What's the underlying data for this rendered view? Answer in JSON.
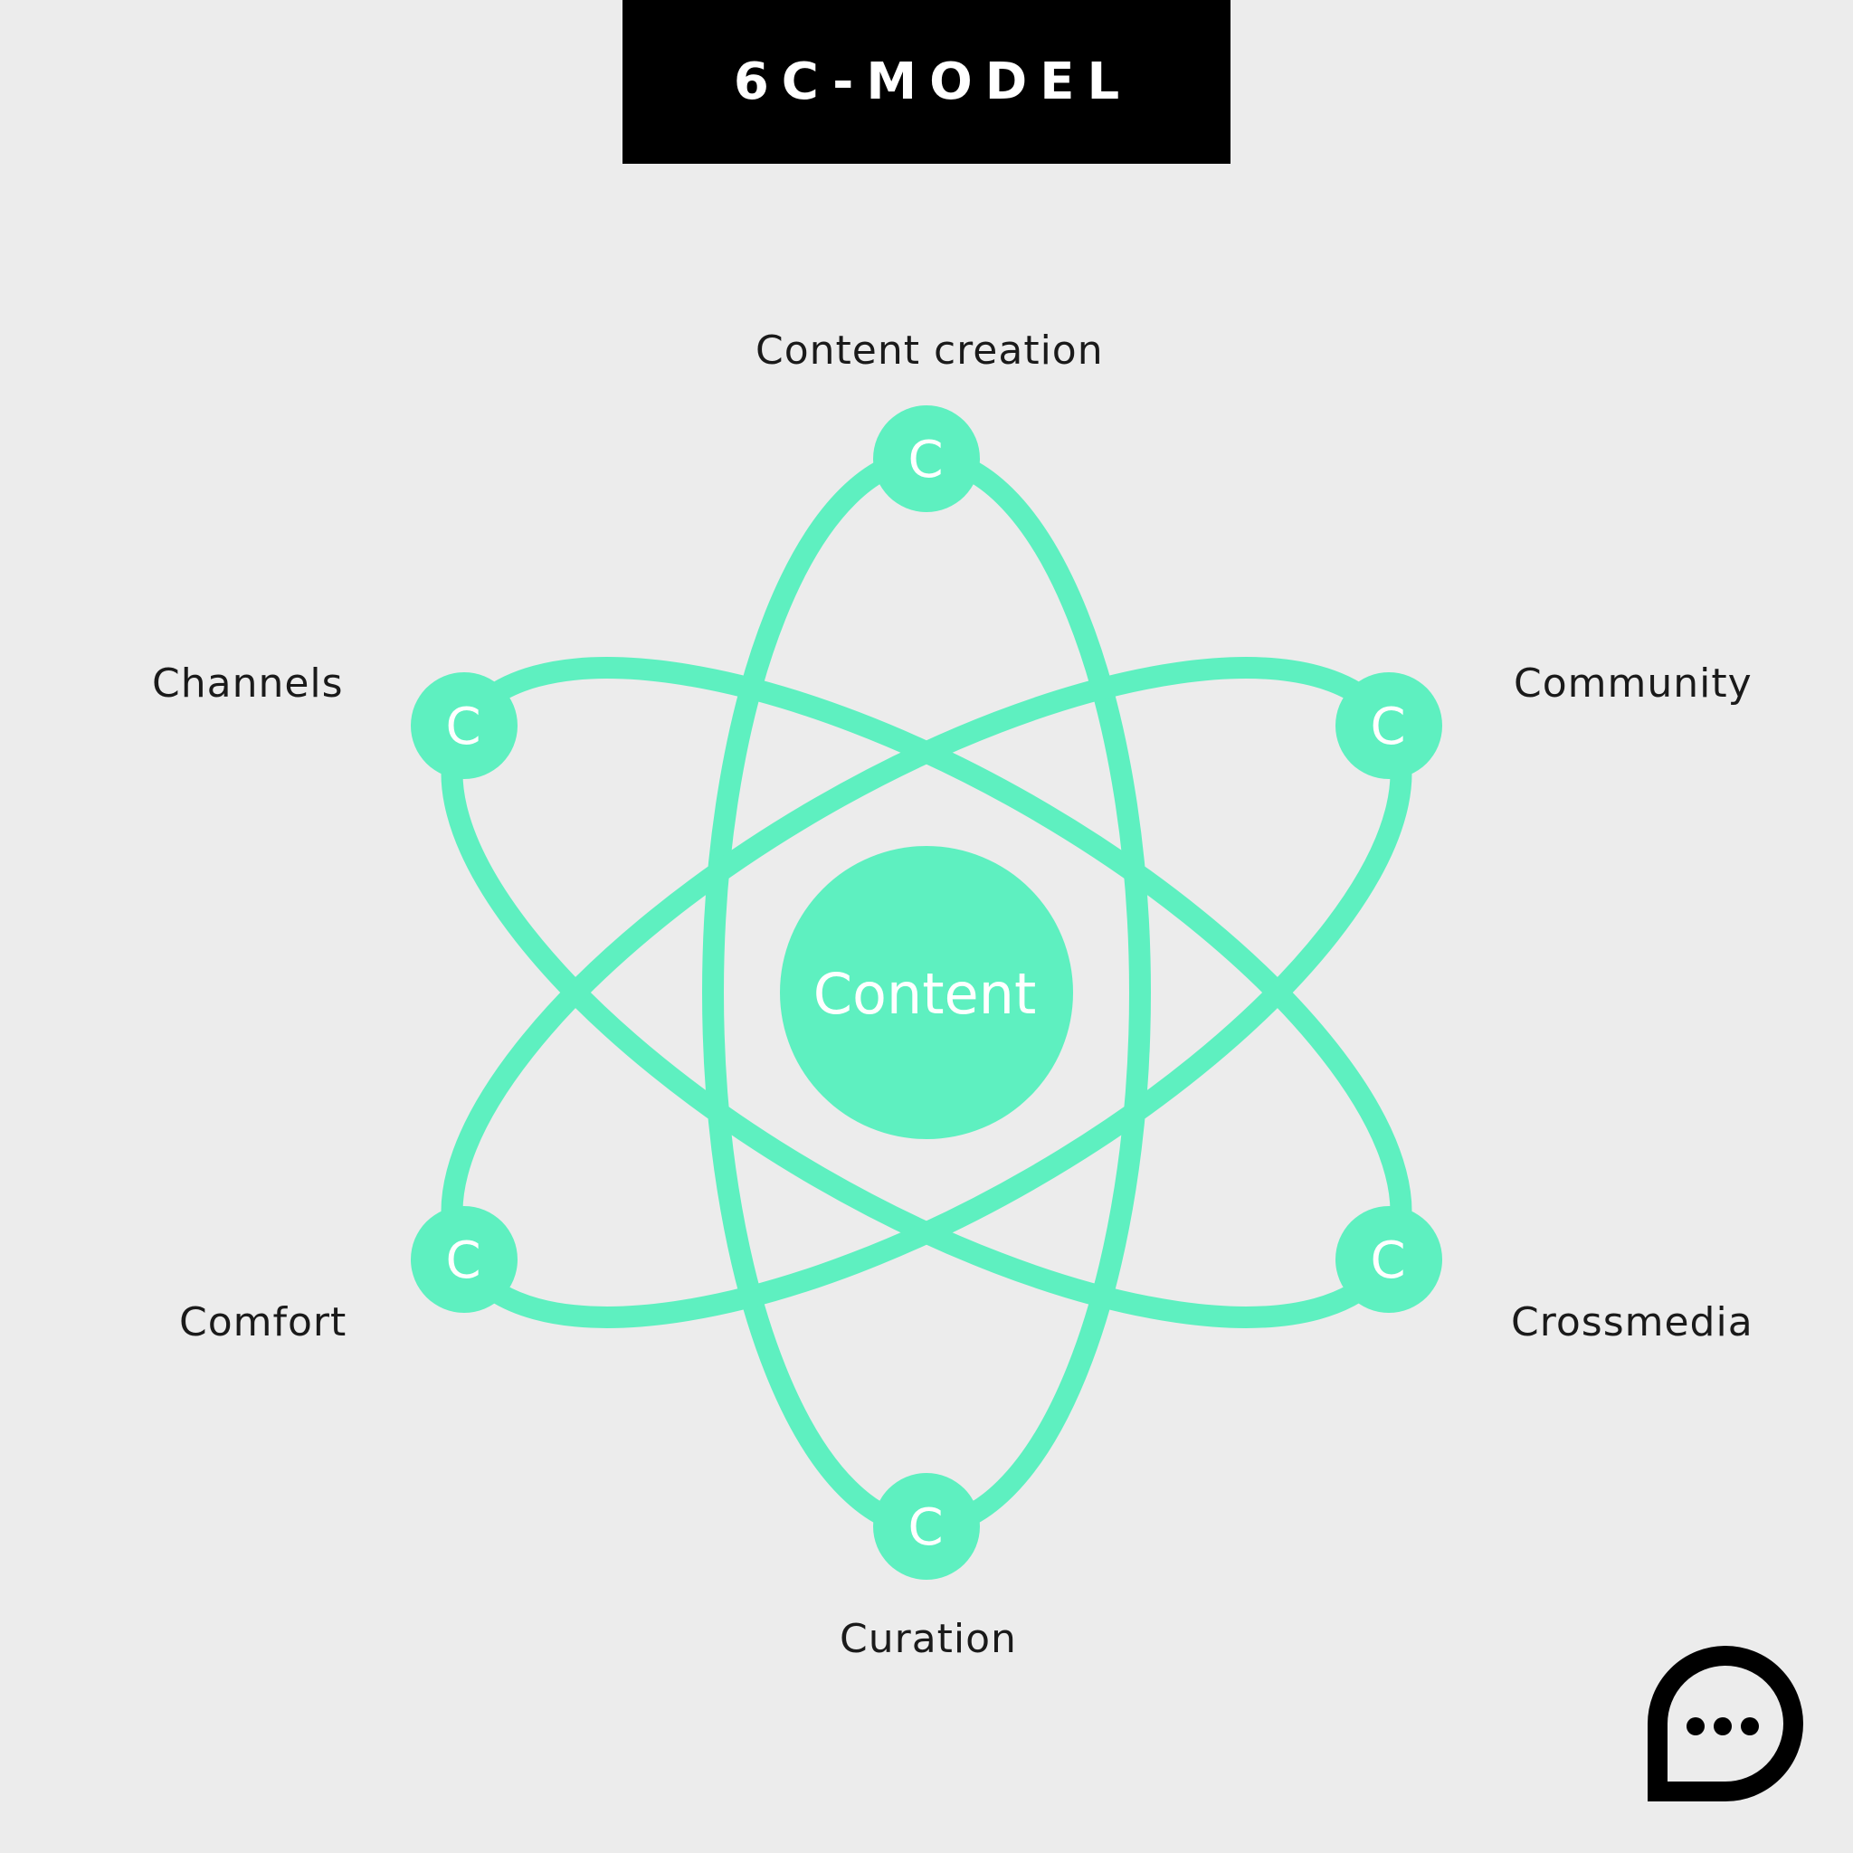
{
  "title": "6C-MODEL",
  "center": {
    "label": "Content"
  },
  "node_letter": "C",
  "labels": {
    "top": "Content creation",
    "top_left": "Channels",
    "top_right": "Community",
    "bottom_left": "Comfort",
    "bottom_right": "Crossmedia",
    "bottom": "Curation"
  },
  "colors": {
    "accent": "#5ef0c0",
    "title_bg": "#000000",
    "background": "#ececec"
  },
  "icons": {
    "bottom_right": "chat-bubble-icon"
  }
}
